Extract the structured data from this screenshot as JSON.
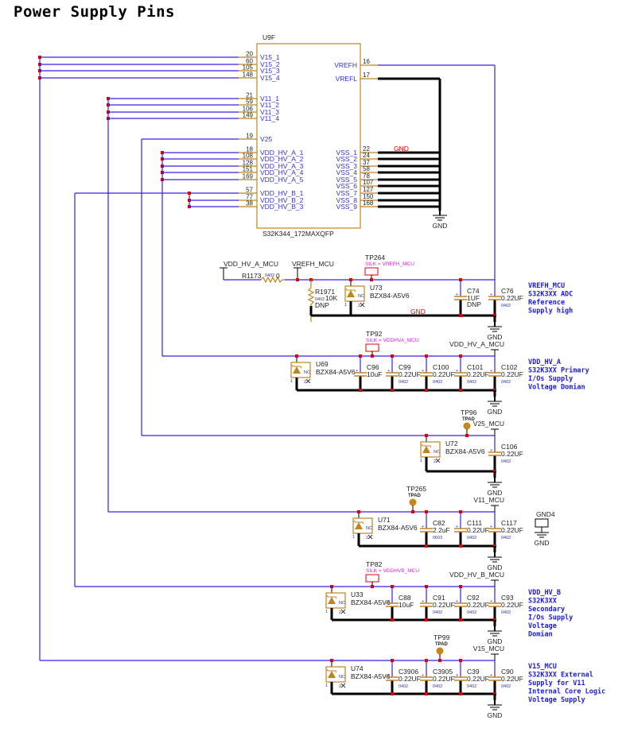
{
  "title": "Power Supply Pins",
  "colors": {
    "wire": "#3a1ee6",
    "pin": "#c08420",
    "junction": "#e00000",
    "ground_wire": "#000000",
    "description": "#1a1ae0",
    "silk": "#e020e0"
  },
  "chip": {
    "ref": "U9F",
    "part": "S32K344_172MAXQFP",
    "left_pins": [
      {
        "num": "20",
        "name": "V15_1"
      },
      {
        "num": "60",
        "name": "V15_2"
      },
      {
        "num": "105",
        "name": "V15_3"
      },
      {
        "num": "148",
        "name": "V15_4"
      },
      {
        "num": "21",
        "name": "V11_1"
      },
      {
        "num": "59",
        "name": "V11_2"
      },
      {
        "num": "106",
        "name": "V11_3"
      },
      {
        "num": "149",
        "name": "V11_4"
      },
      {
        "num": "19",
        "name": "V25"
      },
      {
        "num": "18",
        "name": "VDD_HV_A_1"
      },
      {
        "num": "108",
        "name": "VDD_HV_A_2"
      },
      {
        "num": "128",
        "name": "VDD_HV_A_3"
      },
      {
        "num": "151",
        "name": "VDD_HV_A_4"
      },
      {
        "num": "169",
        "name": "VDD_HV_A_5"
      },
      {
        "num": "57",
        "name": "VDD_HV_B_1"
      },
      {
        "num": "77",
        "name": "VDD_HV_B_2"
      },
      {
        "num": "38",
        "name": "VDD_HV_B_3"
      }
    ],
    "right_pins": [
      {
        "num": "16",
        "name": "VREFH"
      },
      {
        "num": "17",
        "name": "VREFL"
      },
      {
        "num": "22",
        "name": "VSS_1"
      },
      {
        "num": "24",
        "name": "VSS_2"
      },
      {
        "num": "37",
        "name": "VSS_3"
      },
      {
        "num": "58",
        "name": "VSS_4"
      },
      {
        "num": "78",
        "name": "VSS_5"
      },
      {
        "num": "107",
        "name": "VSS_6"
      },
      {
        "num": "127",
        "name": "VSS_7"
      },
      {
        "num": "150",
        "name": "VSS_8"
      },
      {
        "num": "168",
        "name": "VSS_9"
      }
    ],
    "gnd_net_label": "GND",
    "gnd_symbol_label": "GND"
  },
  "rows": [
    {
      "net": "VREFH_MCU",
      "extra_net": "VDD_HV_A_MCU",
      "resistor_series": {
        "ref": "R1173",
        "pkg": "0402",
        "value": "0"
      },
      "resistor_pd": {
        "ref": "R1971",
        "pkg": "0402",
        "value": "10K",
        "note": "DNP"
      },
      "testpoint": {
        "ref": "TP264",
        "silk": "SILK = VREFH_MCU",
        "type": "pad"
      },
      "zener": {
        "ref": "U73",
        "value": "BZX84-A5V6"
      },
      "caps": [
        {
          "ref": "C74",
          "value": "1UF",
          "pkg": "DNP"
        },
        {
          "ref": "C76",
          "value": "0.22UF",
          "pkg": "0402"
        }
      ],
      "gnd_net_label": "GND",
      "gnd": "GND",
      "description": [
        "VREFH_MCU",
        "S32K3XX  ADC",
        "Reference",
        "Supply high"
      ]
    },
    {
      "net": "VDD_HV_A_MCU",
      "testpoint": {
        "ref": "TP92",
        "silk": "SILK = VDDHVA_MCU",
        "type": "pad"
      },
      "zener": {
        "ref": "U69",
        "value": "BZX84-A5V6"
      },
      "caps": [
        {
          "ref": "C96",
          "value": "10uF",
          "pkg": ""
        },
        {
          "ref": "C99",
          "value": "0.22UF",
          "pkg": "0402"
        },
        {
          "ref": "C100",
          "value": "0.22UF",
          "pkg": "0402"
        },
        {
          "ref": "C101",
          "value": "0.22UF",
          "pkg": "0402"
        },
        {
          "ref": "C102",
          "value": "0.22UF",
          "pkg": "0402"
        }
      ],
      "gnd": "GND",
      "description": [
        "VDD_HV_A",
        "S32K3XX  Primary",
        "I/Os  Supply",
        "Voltage Domian"
      ]
    },
    {
      "net": "V25_MCU",
      "testpoint": {
        "ref": "TP96",
        "silk": "TPAD",
        "type": "round"
      },
      "zener": {
        "ref": "U72",
        "value": "BZX84-A5V6"
      },
      "caps": [
        {
          "ref": "C106",
          "value": "0.22UF",
          "pkg": "0402"
        }
      ],
      "gnd": "GND",
      "description": []
    },
    {
      "net": "V11_MCU",
      "testpoint": {
        "ref": "TP265",
        "silk": "TPAD",
        "type": "round"
      },
      "zener": {
        "ref": "U71",
        "value": "BZX84-A5V6"
      },
      "caps": [
        {
          "ref": "C82",
          "value": "2.2uF",
          "pkg": "0603"
        },
        {
          "ref": "C111",
          "value": "0.22UF",
          "pkg": "0402"
        },
        {
          "ref": "C117",
          "value": "0.22UF",
          "pkg": "0402"
        }
      ],
      "gnd": "GND",
      "gnd_pad": {
        "ref": "GND4",
        "gnd": "GND"
      },
      "description": []
    },
    {
      "net": "VDD_HV_B_MCU",
      "testpoint": {
        "ref": "TP82",
        "silk": "SILK = VDDHVB_MCU",
        "type": "pad"
      },
      "zener": {
        "ref": "U33",
        "value": "BZX84-A5V6"
      },
      "caps": [
        {
          "ref": "C88",
          "value": "10uF",
          "pkg": ""
        },
        {
          "ref": "C91",
          "value": "0.22UF",
          "pkg": "0402"
        },
        {
          "ref": "C92",
          "value": "0.22UF",
          "pkg": "0402"
        },
        {
          "ref": "C93",
          "value": "0.22UF",
          "pkg": "0402"
        }
      ],
      "gnd": "GND",
      "description": [
        "VDD_HV_B",
        "S32K3XX",
        "Secondary",
        "I/Os  Supply",
        "Voltage",
        "Domian"
      ]
    },
    {
      "net": "V15_MCU",
      "testpoint": {
        "ref": "TP99",
        "silk": "TPAD",
        "type": "round"
      },
      "zener": {
        "ref": "U74",
        "value": "BZX84-A5V6"
      },
      "caps": [
        {
          "ref": "C3906",
          "value": "0.22UF",
          "pkg": "0402"
        },
        {
          "ref": "C3905",
          "value": "0.22UF",
          "pkg": "0402"
        },
        {
          "ref": "C39",
          "value": "0.22UF",
          "pkg": "0402"
        },
        {
          "ref": "C90",
          "value": "0.22UF",
          "pkg": "0402"
        }
      ],
      "gnd": "GND",
      "description": [
        "V15_MCU",
        "S32K3XX  External",
        "Supply  for V11",
        "Internal Core Logic",
        "Voltage Supply"
      ]
    }
  ]
}
